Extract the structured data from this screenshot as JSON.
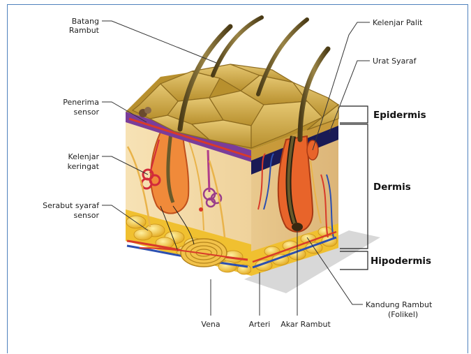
{
  "labels": {
    "batang_rambut": [
      "Batang",
      "Rambut"
    ],
    "penerima_sensor": [
      "Penerima",
      "sensor"
    ],
    "kelenjar_keringat": [
      "Kelenjar",
      "keringat"
    ],
    "serabut_syaraf": [
      "Serabut syaraf",
      "sensor"
    ],
    "kelenjar_palit": "Kelenjar Palit",
    "urat_syaraf": "Urat Syaraf",
    "kandung_rambut": [
      "Kandung Rambut",
      "(Folikel)"
    ],
    "vena": "Vena",
    "arteri": "Arteri",
    "akar_rambut": "Akar Rambut"
  },
  "layers": {
    "epidermis": "Epidermis",
    "dermis": "Dermis",
    "hipodermis": "Hipodermis"
  },
  "colors": {
    "frame": "#4f81bd",
    "epidermis_top": "#c8a040",
    "dermis": "#f2d9a8",
    "fat": "#f0c030",
    "purple": "#7a3d9a",
    "artery": "#d83a2a",
    "vein": "#2c4fb0",
    "hair": "#6a5a2a"
  }
}
